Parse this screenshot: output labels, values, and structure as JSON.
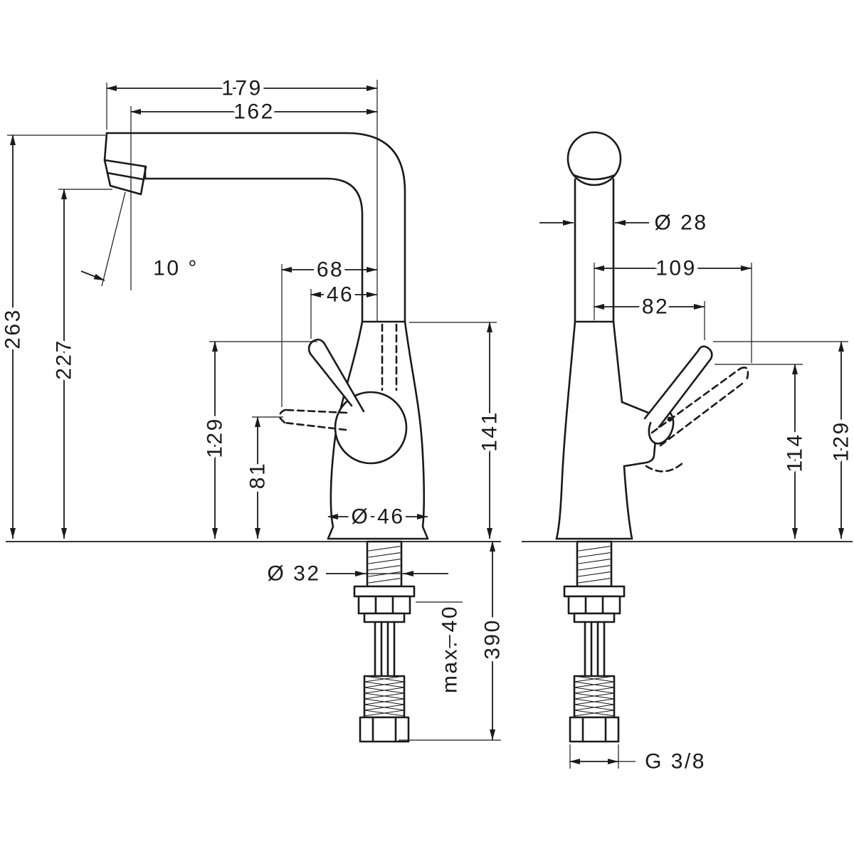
{
  "drawing": {
    "subject": "single-lever faucet dimensional drawing, side and front views",
    "line_color": "#1a1a1a",
    "background": "#ffffff"
  },
  "side_view": {
    "reach_total": "179",
    "reach_aerator": "162",
    "spray_angle": "10 °",
    "height_total": "263",
    "height_outlet": "227",
    "lever_offset_open": "68",
    "lever_offset": "46",
    "lever_height": "129",
    "lever_height_open": "81",
    "body_height": "141",
    "base_diameter": "Ø 46",
    "shank_diameter": "Ø 32",
    "mounting_max": "max. 40",
    "hose_length": "390"
  },
  "front_view": {
    "spout_diameter": "Ø 28",
    "lever_reach_open": "109",
    "lever_reach": "82",
    "lever_height_open": "114",
    "lever_height": "129",
    "thread": "G 3/8"
  }
}
